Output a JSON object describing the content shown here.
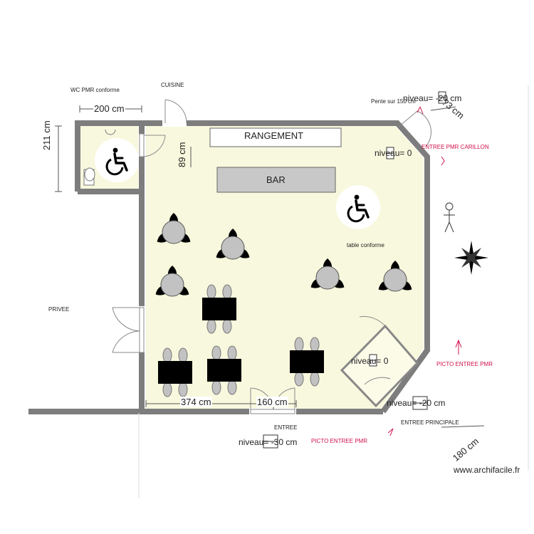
{
  "labels": {
    "wc": "WC PMR conforme",
    "kitchen": "CUISINE",
    "storage": "RANGEMENT",
    "bar": "BAR",
    "private": "PRIVEE",
    "pmr_table": "table conforme",
    "slope": "Pente sur 150 cm",
    "entrance": "ENTREE",
    "main_entrance": "ENTREE PRINCIPALE",
    "pmr_entrance_bell": "ENTREE PMR CARILLON",
    "picto_pmr_right": "PICTO ENTREE PMR",
    "picto_pmr_bottom": "PICTO ENTREE PMR",
    "watermark": "www.archifacile.fr"
  },
  "dimensions": {
    "wc_width": "200 cm",
    "wc_height": "211 cm",
    "bar_depth": "89 cm",
    "front_wall": "374 cm",
    "entrance_door": "160 cm",
    "diagonal_top": "?3 cm",
    "diagonal_bottom": "180 cm"
  },
  "levels": {
    "top": "niveau= -20 cm",
    "room": "niveau= 0",
    "entry_vestibule": "niveau= 0",
    "main_entrance": "niveau= -20 cm",
    "street": "niveau= -30 cm"
  },
  "colors": {
    "floor": "#f8f8de",
    "wall": "#7d7d7d",
    "bar": "#c8c8c8",
    "accent_red": "#d0104a",
    "table": "#000000",
    "chair": "#c2c2c2"
  }
}
